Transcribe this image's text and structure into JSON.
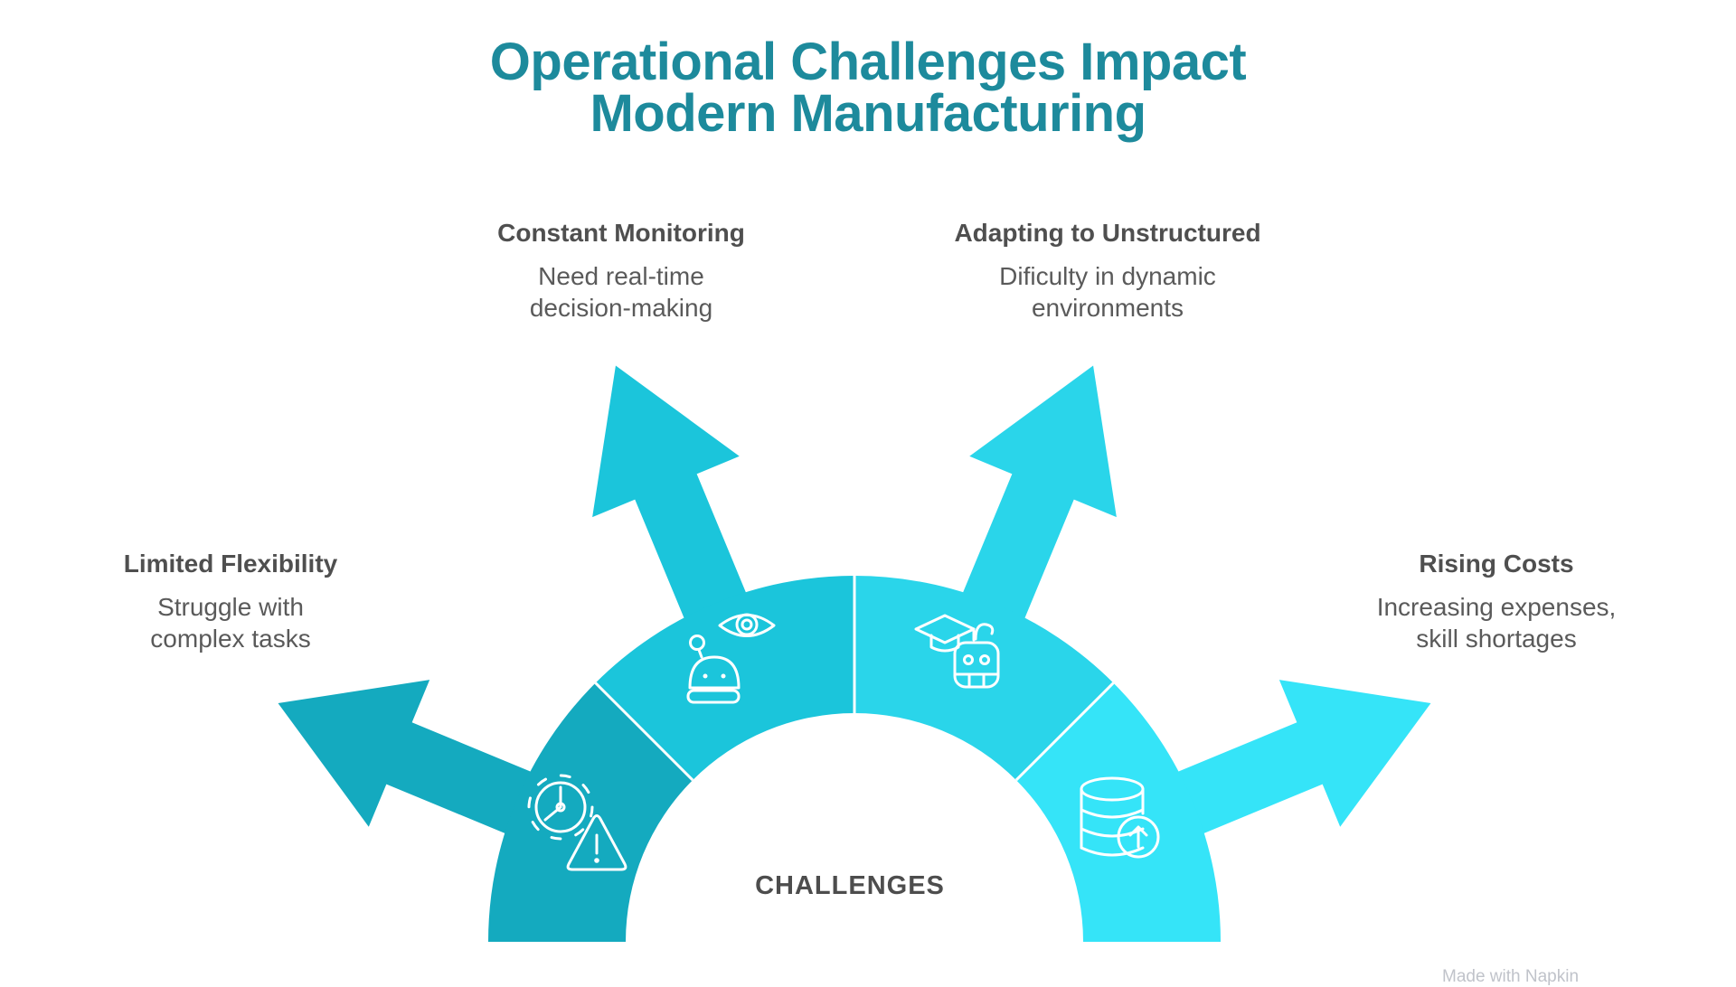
{
  "title": {
    "line1": "Operational Challenges Impact",
    "line2": "Modern Manufacturing"
  },
  "center_label": "CHALLENGES",
  "watermark": "Made with Napkin",
  "colors": {
    "title_teal": "#1D8A9C",
    "heading_gray": "#4F4F4F",
    "body_gray": "#5A5A5A",
    "segment_1": "#14AABF",
    "segment_2": "#1BC5DB",
    "segment_3": "#2AD5EA",
    "segment_4": "#35E4F8",
    "icon_stroke": "#FFFFFF"
  },
  "segments": [
    {
      "heading": "Limited Flexibility",
      "desc_line1": "Struggle with",
      "desc_line2": "complex tasks",
      "color": "#14AABF",
      "icon": "gear-warning-icon"
    },
    {
      "heading": "Constant Monitoring",
      "desc_line1": "Need real-time",
      "desc_line2": "decision-making",
      "color": "#1BC5DB",
      "icon": "robot-eye-icon"
    },
    {
      "heading": "Adapting to Unstructured",
      "desc_line1": "Dificulty in dynamic",
      "desc_line2": "environments",
      "color": "#2AD5EA",
      "icon": "graduation-robot-icon"
    },
    {
      "heading": "Rising Costs",
      "desc_line1": "Increasing expenses,",
      "desc_line2": "skill shortages",
      "color": "#35E4F8",
      "icon": "database-upload-icon"
    }
  ]
}
